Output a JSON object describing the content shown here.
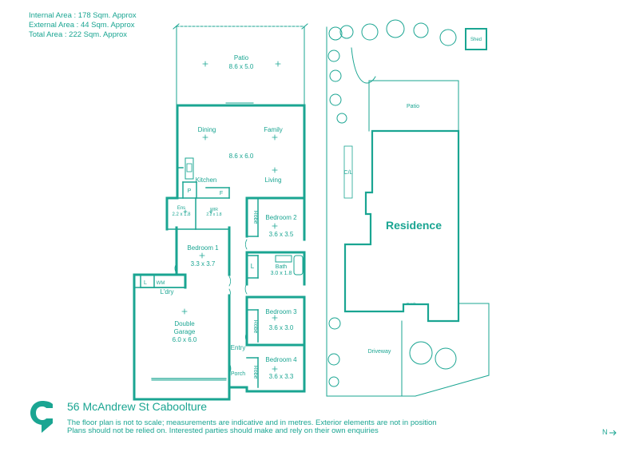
{
  "colors": {
    "accent": "#1aa592"
  },
  "areas": {
    "internal": "Internal Area : 178 Sqm. Approx",
    "external": "External Area : 44 Sqm. Approx",
    "total": "Total Area : 222 Sqm. Approx"
  },
  "rooms": {
    "patio": {
      "name": "Patio",
      "size": "8.6 x 5.0"
    },
    "dining": "Dining",
    "family": "Family",
    "living_size": "8.6 x 6.0",
    "kitchen": "Kitchen",
    "living": "Living",
    "pantry": "P",
    "fridge": "F",
    "ensuite": {
      "name": "Ens",
      "size": "2.2 x 1.8"
    },
    "wir": {
      "name": "WIR",
      "size": "2.2 x 1.8"
    },
    "bedroom2": {
      "name": "Bedroom 2",
      "size": "3.6 x 3.5"
    },
    "robe2": "Robe",
    "bedroom1": {
      "name": "Bedroom 1",
      "size": "3.3 x 3.7"
    },
    "linen1": "L",
    "bath": {
      "name": "Bath",
      "size": "3.0 x 1.8"
    },
    "laundry_linen": "L",
    "wm": "WM",
    "laundry": "L'dry",
    "garage": {
      "name1": "Double",
      "name2": "Garage",
      "size": "6.0 x 6.0"
    },
    "bedroom3": {
      "name": "Bedroom 3",
      "size": "3.6 x 3.0"
    },
    "robe3": "Robe",
    "entry": "Entry",
    "bedroom4": {
      "name": "Bedroom 4",
      "size": "3.6 x 3.3"
    },
    "robe4": "Robe",
    "porch": "Porch"
  },
  "site": {
    "shed": "Shed",
    "patio": "Patio",
    "cl": "C/L",
    "residence": "Residence",
    "porch": "Porch",
    "driveway": "Driveway"
  },
  "address": "56 McAndrew St Caboolture",
  "disclaimer": {
    "line1": "The floor plan is not to scale; measurements are indicative and in metres. Exterior elements are not in position",
    "line2": "Plans should not be relied on. Interested parties should make and rely on their own enquiries"
  },
  "north": "N",
  "logo_icon": "c-shape-logo-icon",
  "north_icon": "arrow-right-icon"
}
